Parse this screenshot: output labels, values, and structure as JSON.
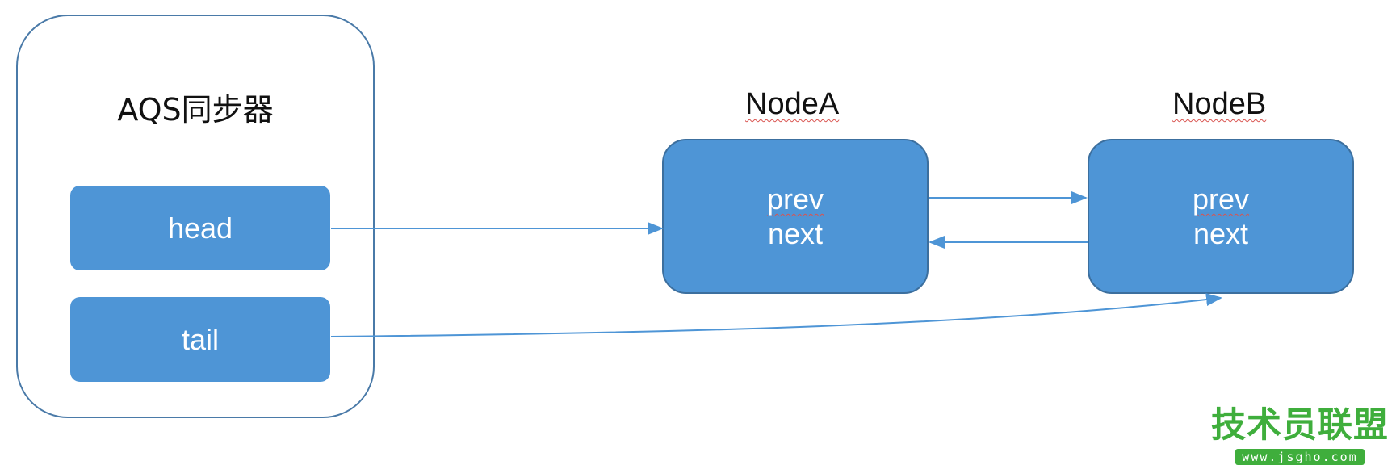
{
  "sync": {
    "title": "AQS同步器",
    "head": "head",
    "tail": "tail"
  },
  "nodes": [
    {
      "label": "NodeA",
      "prev": "prev",
      "next": "next"
    },
    {
      "label": "NodeB",
      "prev": "prev",
      "next": "next"
    }
  ],
  "watermark": {
    "title": "技术员联盟",
    "url": "www.jsgho.com"
  },
  "colors": {
    "box_fill": "#4e95d6",
    "border": "#4a7aa8",
    "arrow": "#4e95d6",
    "watermark": "#3fae3c"
  }
}
